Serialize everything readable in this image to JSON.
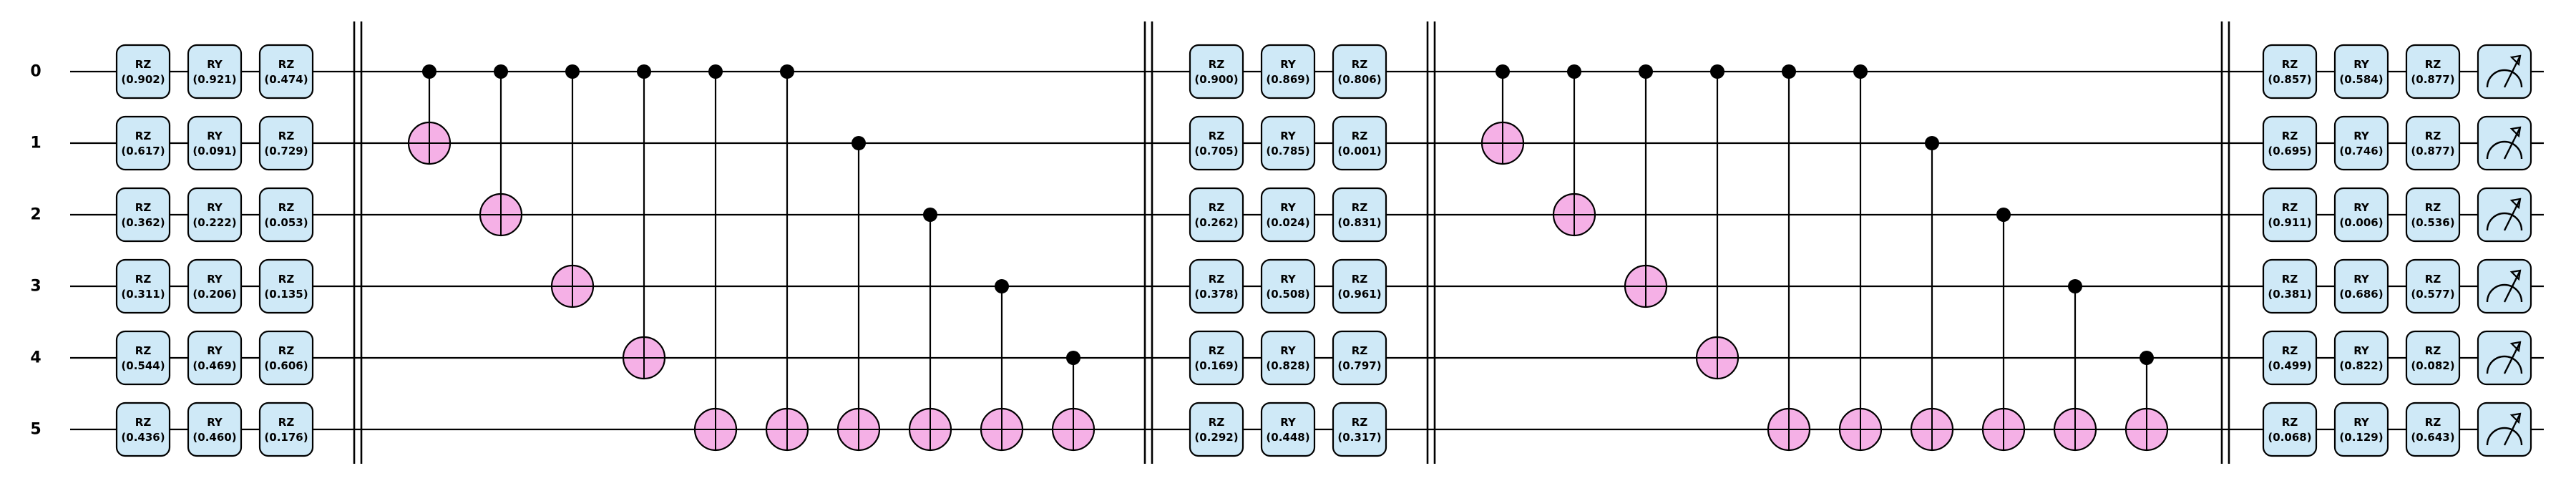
{
  "qubits": [
    "0",
    "1",
    "2",
    "3",
    "4",
    "5"
  ],
  "gate_columns": [
    {
      "name": "RZ",
      "params": [
        "(0.902)",
        "(0.617)",
        "(0.362)",
        "(0.311)",
        "(0.544)",
        "(0.436)"
      ]
    },
    {
      "name": "RY",
      "params": [
        "(0.921)",
        "(0.091)",
        "(0.222)",
        "(0.206)",
        "(0.469)",
        "(0.460)"
      ]
    },
    {
      "name": "RZ",
      "params": [
        "(0.474)",
        "(0.729)",
        "(0.053)",
        "(0.135)",
        "(0.606)",
        "(0.176)"
      ]
    },
    {
      "name": "RZ",
      "params": [
        "(0.900)",
        "(0.705)",
        "(0.262)",
        "(0.378)",
        "(0.169)",
        "(0.292)"
      ]
    },
    {
      "name": "RY",
      "params": [
        "(0.869)",
        "(0.785)",
        "(0.024)",
        "(0.508)",
        "(0.828)",
        "(0.448)"
      ]
    },
    {
      "name": "RZ",
      "params": [
        "(0.806)",
        "(0.001)",
        "(0.831)",
        "(0.961)",
        "(0.797)",
        "(0.317)"
      ]
    },
    {
      "name": "RZ",
      "params": [
        "(0.857)",
        "(0.695)",
        "(0.911)",
        "(0.381)",
        "(0.499)",
        "(0.068)"
      ]
    },
    {
      "name": "RY",
      "params": [
        "(0.584)",
        "(0.746)",
        "(0.006)",
        "(0.686)",
        "(0.822)",
        "(0.129)"
      ]
    },
    {
      "name": "RZ",
      "params": [
        "(0.877)",
        "(0.877)",
        "(0.536)",
        "(0.577)",
        "(0.082)",
        "(0.643)"
      ]
    }
  ],
  "cnot_blocks": [
    [
      [
        0,
        1
      ],
      [
        0,
        2
      ],
      [
        0,
        3
      ],
      [
        0,
        4
      ],
      [
        0,
        5
      ],
      [
        0,
        5
      ],
      [
        1,
        5
      ],
      [
        2,
        5
      ],
      [
        3,
        5
      ],
      [
        4,
        5
      ]
    ],
    [
      [
        0,
        1
      ],
      [
        0,
        2
      ],
      [
        0,
        3
      ],
      [
        0,
        4
      ],
      [
        0,
        5
      ],
      [
        0,
        5
      ],
      [
        1,
        5
      ],
      [
        2,
        5
      ],
      [
        3,
        5
      ],
      [
        4,
        5
      ]
    ]
  ],
  "measurement": {
    "qubits": [
      0,
      1,
      2,
      3,
      4,
      5
    ],
    "icon": "meter-icon"
  },
  "colors": {
    "gate_fill": "#cfe9f7",
    "target_fill": "#f5b0e6",
    "line": "#000000"
  }
}
